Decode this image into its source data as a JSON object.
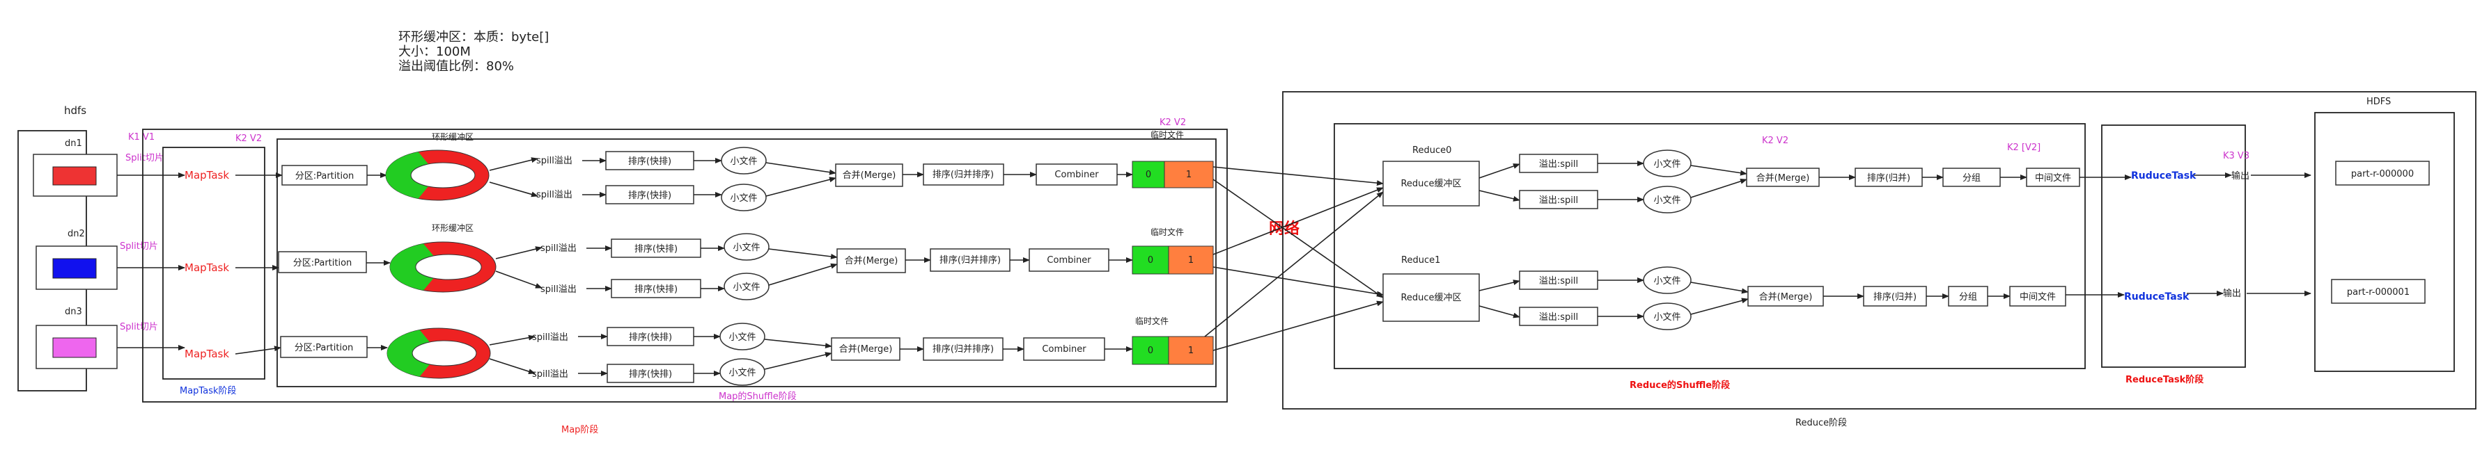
{
  "info": {
    "line1": "环形缓冲区：本质：byte[]",
    "line2": "大小：100M",
    "line3": "溢出阈值比例：80%"
  },
  "hdfs": {
    "title": "hdfs",
    "nodes": [
      "dn1",
      "dn2",
      "dn3"
    ],
    "split_label": "Split切片",
    "k1v1": "K1 V1"
  },
  "map": {
    "task_label": "MapTask",
    "k2v2": "K2 V2",
    "partition": "分区:Partition",
    "ring_buffer": "环形缓冲区",
    "spill": "spill溢出",
    "sort": "排序(快排)",
    "small_file": "小文件",
    "merge": "合并(Merge)",
    "merge_sort": "排序(归并排序)",
    "combiner": "Combiner",
    "temp_file": "临时文件",
    "k2v2_temp": "K2  V2",
    "maptask_stage": "MapTask阶段",
    "shuffle_stage": "Map的Shuffle阶段",
    "map_stage": "Map阶段"
  },
  "network": "网络",
  "reduce": {
    "reduce0": "Reduce0",
    "reduce1": "Reduce1",
    "buffer": "Reduce缓冲区",
    "spill": "溢出:spill",
    "small_file": "小文件",
    "merge": "合并(Merge)",
    "sort": "排序(归并)",
    "group": "分组",
    "mid_file": "中间文件",
    "k2v2": "K2  V2",
    "k2v2_list": "K2 [V2]",
    "task_label": "RuduceTask",
    "k3v3": "K3  V3",
    "output": "输出",
    "shuffle_stage": "Reduce的Shuffle阶段",
    "task_stage": "ReduceTask阶段",
    "stage": "Reduce阶段"
  },
  "hdfs_out": {
    "title": "HDFS",
    "parts": [
      "part-r-000000",
      "part-r-000001"
    ]
  },
  "colors": {
    "dn1": "#ee3333",
    "dn2": "#1111ee",
    "dn3": "#ee66ee",
    "ring_green": "#22cc22",
    "ring_red": "#ee2222",
    "temp_green": "#22dd22",
    "temp_orange": "#ff7f3f"
  }
}
